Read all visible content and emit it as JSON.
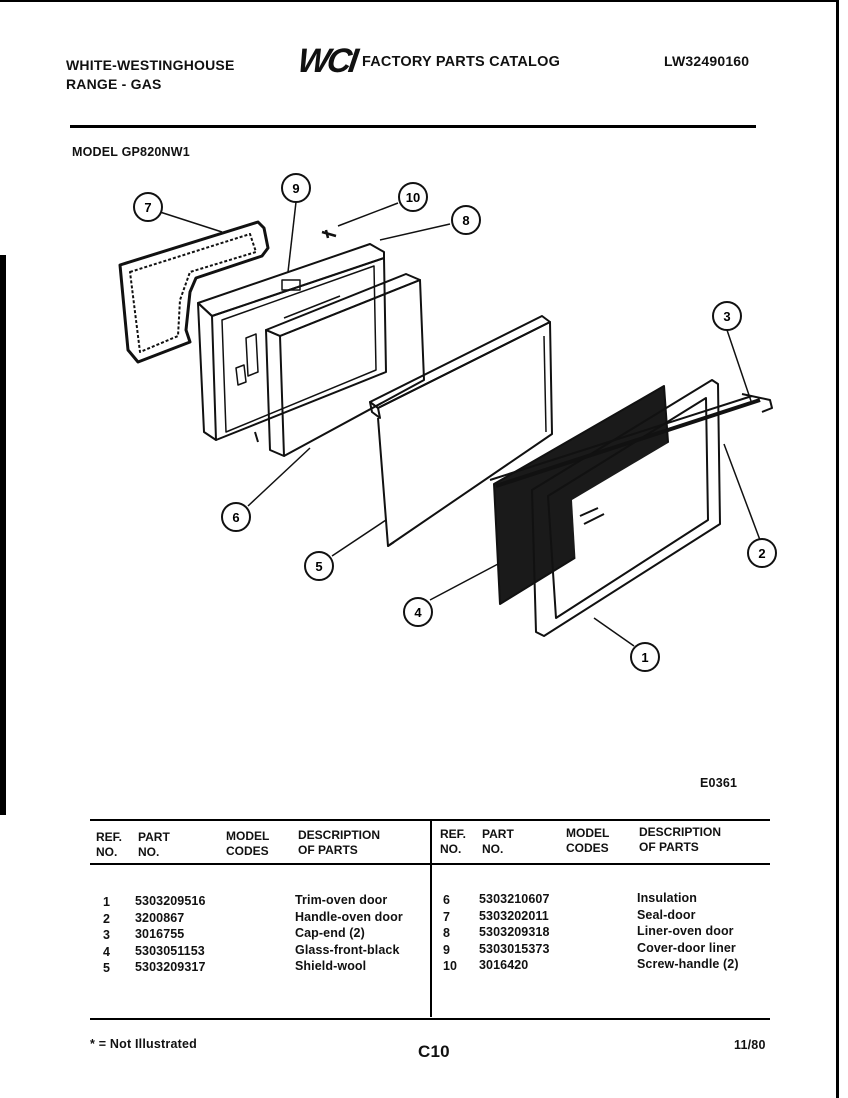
{
  "header": {
    "brand_line1": "WHITE-WESTINGHOUSE",
    "brand_line2": "RANGE - GAS",
    "logo": "WCI",
    "catalog_title": "FACTORY PARTS CATALOG",
    "catalog_number": "LW32490160",
    "model": "MODEL GP820NW1"
  },
  "diagram": {
    "callouts": [
      "1",
      "2",
      "3",
      "4",
      "5",
      "6",
      "7",
      "8",
      "9",
      "10"
    ],
    "figure_code": "E0361"
  },
  "table": {
    "headers": {
      "ref": [
        "REF.",
        "NO."
      ],
      "part": [
        "PART",
        "NO."
      ],
      "model": [
        "MODEL",
        "CODES"
      ],
      "desc": [
        "DESCRIPTION",
        "OF PARTS"
      ]
    },
    "left": [
      {
        "ref": "1",
        "part": "5303209516",
        "codes": "",
        "desc": "Trim-oven door"
      },
      {
        "ref": "2",
        "part": "3200867",
        "codes": "",
        "desc": "Handle-oven door"
      },
      {
        "ref": "3",
        "part": "3016755",
        "codes": "",
        "desc": "Cap-end (2)"
      },
      {
        "ref": "4",
        "part": "5303051153",
        "codes": "",
        "desc": "Glass-front-black"
      },
      {
        "ref": "5",
        "part": "5303209317",
        "codes": "",
        "desc": "Shield-wool"
      }
    ],
    "right": [
      {
        "ref": "6",
        "part": "5303210607",
        "codes": "",
        "desc": "Insulation"
      },
      {
        "ref": "7",
        "part": "5303202011",
        "codes": "",
        "desc": "Seal-door"
      },
      {
        "ref": "8",
        "part": "5303209318",
        "codes": "",
        "desc": "Liner-oven door"
      },
      {
        "ref": "9",
        "part": "5303015373",
        "codes": "",
        "desc": "Cover-door liner"
      },
      {
        "ref": "10",
        "part": "3016420",
        "codes": "",
        "desc": "Screw-handle (2)"
      }
    ]
  },
  "footer": {
    "note": "* = Not Illustrated",
    "page": "C10",
    "date": "11/80"
  }
}
